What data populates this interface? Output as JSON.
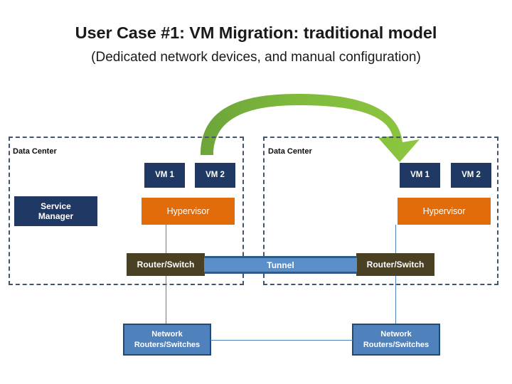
{
  "slide": {
    "title": "User Case #1: VM Migration: traditional model",
    "subtitle": "(Dedicated network devices, and manual configuration)"
  },
  "datacenters": [
    {
      "id": "left",
      "label": "Data Center",
      "service_manager": {
        "line1": "Service",
        "line2": "Manager"
      },
      "vms": [
        {
          "label": "VM 1"
        },
        {
          "label": "VM 2"
        }
      ],
      "hypervisor": {
        "label": "Hypervisor"
      },
      "router_switch": {
        "label": "Router/Switch"
      },
      "network": {
        "line1": "Network",
        "line2": "Routers/Switches"
      }
    },
    {
      "id": "right",
      "label": "Data Center",
      "vms": [
        {
          "label": "VM 1"
        },
        {
          "label": "VM 2"
        }
      ],
      "hypervisor": {
        "label": "Hypervisor"
      },
      "router_switch": {
        "label": "Router/Switch"
      },
      "network": {
        "line1": "Network",
        "line2": "Routers/Switches"
      }
    }
  ],
  "tunnel": {
    "label": "Tunnel"
  },
  "migration_arrow": {
    "name": "vm-migration-arrow"
  },
  "colors": {
    "vm_box": "#1F3864",
    "hypervisor": "#E36C0A",
    "router_switch": "#4A4024",
    "tunnel_fill": "#5B8FC9",
    "tunnel_edge": "#2E5C8A",
    "network_box": "#4F81BD",
    "network_box_border": "#20497B",
    "datacenter_border": "#44546A",
    "arrow_green_dark": "#6CA43A",
    "arrow_green_light": "#8DC63F"
  }
}
